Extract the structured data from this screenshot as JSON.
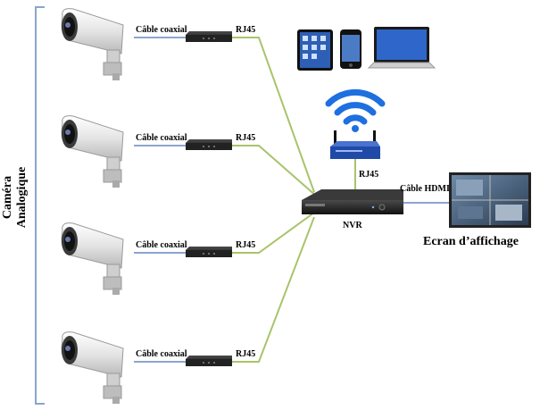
{
  "labels": {
    "coax": "Câble coaxial",
    "rj45": "RJ45",
    "nvr": "NVR",
    "hdmi": "Câble HDMI",
    "screen": "Ecran d’affichage",
    "camera_group_line1": "Caméra",
    "camera_group_line2": "Analogique"
  },
  "icons": {
    "camera": "cctv-bullet-camera-icon",
    "converter": "video-balun-converter-icon",
    "nvr": "nvr-recorder-icon",
    "router": "wifi-router-icon",
    "wifi": "wifi-signal-icon",
    "tablet": "tablet-icon",
    "phone": "smartphone-icon",
    "laptop": "laptop-icon",
    "monitor": "display-monitor-icon"
  },
  "colors": {
    "coax_line": "#8aa5d0",
    "network_line": "#a8c46a",
    "bracket": "#8aa5d0",
    "router_blue": "#1f4aa8",
    "wifi_blue": "#1e6fe0",
    "device_dark": "#1a1a1a"
  }
}
